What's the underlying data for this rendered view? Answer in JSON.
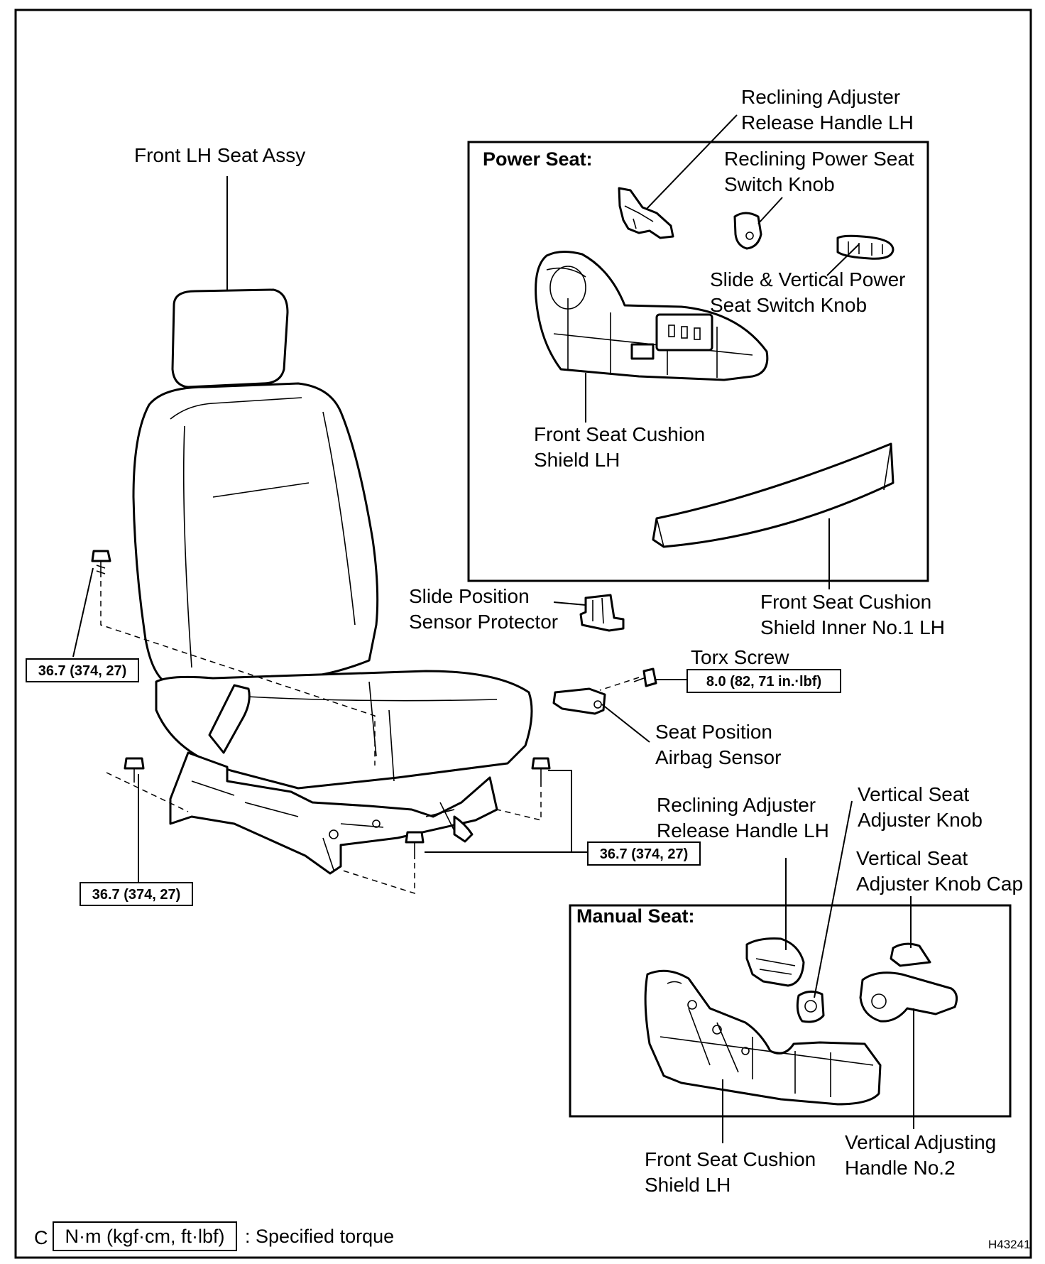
{
  "diagram": {
    "code_top_left": "C",
    "figure_code": "H43241",
    "power_seat_title": "Power Seat:",
    "manual_seat_title": "Manual Seat:",
    "labels": {
      "front_lh_seat_assy": [
        "Front LH Seat Assy"
      ],
      "power_reclining_handle": [
        "Reclining Adjuster",
        "Release Handle LH"
      ],
      "reclining_power_switch_knob": [
        "Reclining Power Seat",
        "Switch Knob"
      ],
      "slide_vertical_switch_knob": [
        "Slide & Vertical Power",
        "Seat Switch Knob"
      ],
      "power_cushion_shield": [
        "Front Seat Cushion",
        "Shield LH"
      ],
      "cushion_shield_inner": [
        "Front Seat Cushion",
        "Shield Inner No.1 LH"
      ],
      "slide_position_sensor_protector": [
        "Slide Position",
        "Sensor Protector"
      ],
      "torx_screw": [
        "Torx Screw"
      ],
      "seat_position_airbag_sensor": [
        "Seat Position",
        "Airbag Sensor"
      ],
      "manual_reclining_handle": [
        "Reclining Adjuster",
        "Release Handle LH"
      ],
      "vertical_seat_adjuster_knob": [
        "Vertical Seat",
        "Adjuster Knob"
      ],
      "vertical_seat_adjuster_knob_cap": [
        "Vertical Seat",
        "Adjuster Knob Cap"
      ],
      "manual_cushion_shield": [
        "Front Seat Cushion",
        "Shield LH"
      ],
      "vertical_adjusting_handle": [
        "Vertical Adjusting",
        "Handle No.2"
      ]
    },
    "torque_specs": {
      "top_left_bolt": "36.7 (374, 27)",
      "bottom_left_bolt": "36.7 (374, 27)",
      "right_bolts": "36.7 (374, 27)",
      "torx_screw": "8.0 (82, 71 in.·lbf)"
    },
    "legend": {
      "unit_box": "N·m (kgf·cm, ft·lbf)",
      "description": ": Specified torque"
    }
  }
}
